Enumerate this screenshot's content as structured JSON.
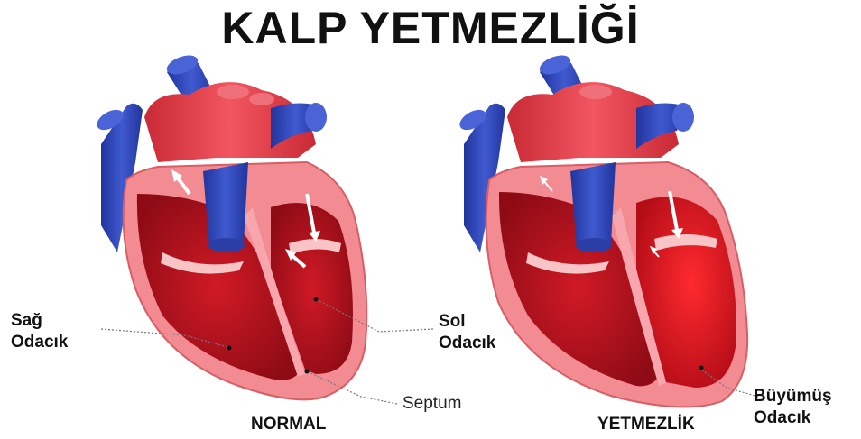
{
  "title": "KALP YETMEZLİĞİ",
  "hearts": {
    "normal": {
      "caption": "NORMAL",
      "labels": {
        "right_chamber": [
          "Sağ",
          "Odacık"
        ],
        "left_chamber": [
          "Sol",
          "Odacık"
        ],
        "septum": "Septum"
      }
    },
    "failure": {
      "caption": "YETMEZLİK",
      "labels": {
        "enlarged_chamber": [
          "Büyümüş",
          "Odacık"
        ]
      }
    }
  },
  "colors": {
    "vessel_blue": "#2f45b8",
    "vessel_red": "#e23a45",
    "muscle_outer": "#f28b92",
    "chamber_dark": "#a8101c",
    "enlarged_chamber": "#e01320",
    "text": "#111111"
  }
}
